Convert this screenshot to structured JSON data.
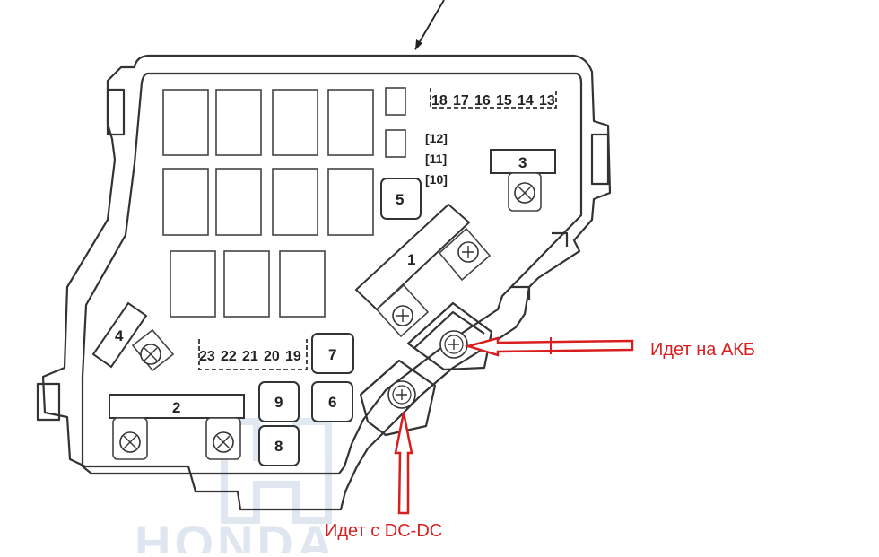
{
  "diagram": {
    "large_fuses": [
      "1",
      "2",
      "3",
      "4"
    ],
    "box_fuses": [
      "5",
      "6",
      "7",
      "8",
      "9"
    ],
    "top_row_fuses": [
      "18",
      "17",
      "16",
      "15",
      "14",
      "13"
    ],
    "bracket_fuses": [
      "[12]",
      "[11]",
      "[10]"
    ],
    "bottom_row_fuses": [
      "23",
      "22",
      "21",
      "20",
      "19"
    ],
    "annotations": {
      "to_battery": "Идет на АКБ",
      "from_dcdc": "Идет с DC-DC"
    },
    "watermark": "HONDA",
    "colors": {
      "line": "#333333",
      "annotation": "#d81e1e",
      "watermark": "#dce4ee"
    }
  }
}
